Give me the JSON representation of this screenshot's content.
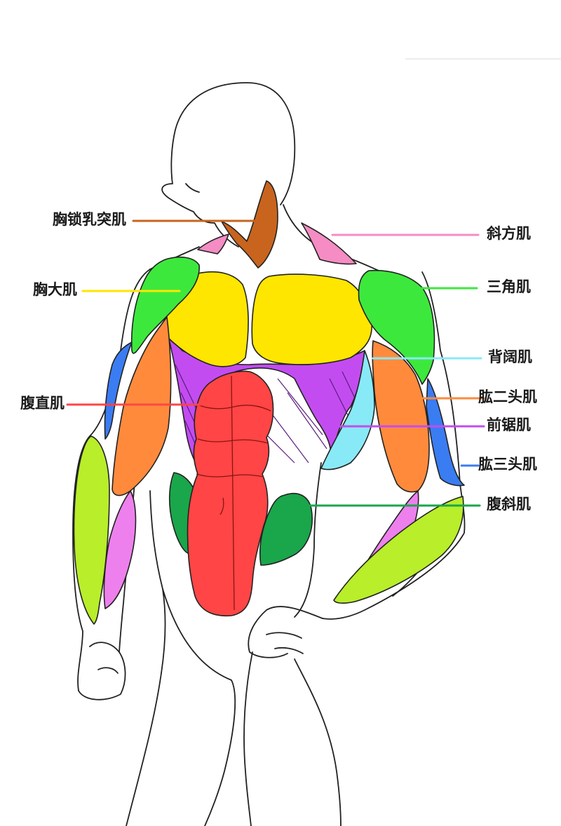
{
  "muscles": [
    {
      "key": "sternocleidomastoid",
      "label": "胸锁乳突肌",
      "side": "left",
      "color": "#c8641e"
    },
    {
      "key": "trapezius",
      "label": "斜方肌",
      "side": "right",
      "color": "#f58cc4"
    },
    {
      "key": "pectoralis",
      "label": "胸大肌",
      "side": "left",
      "color": "#ffe600"
    },
    {
      "key": "deltoid",
      "label": "三角肌",
      "side": "right",
      "color": "#3de83d"
    },
    {
      "key": "latissimus",
      "label": "背阔肌",
      "side": "right",
      "color": "#88eaf6"
    },
    {
      "key": "rectus",
      "label": "腹直肌",
      "side": "left",
      "color": "#ff4545"
    },
    {
      "key": "biceps",
      "label": "肱二头肌",
      "side": "right",
      "color": "#ff8a3c"
    },
    {
      "key": "serratus",
      "label": "前锯肌",
      "side": "right",
      "color": "#c34cf0"
    },
    {
      "key": "triceps",
      "label": "肱三头肌",
      "side": "right",
      "color": "#3a7cf2"
    },
    {
      "key": "oblique",
      "label": "腹斜肌",
      "side": "right",
      "color": "#1aa64a"
    }
  ],
  "colors": {
    "forearm_flexor": "#b8ee2a",
    "forearm_inner": "#ee80ee",
    "outline": "#222222"
  }
}
